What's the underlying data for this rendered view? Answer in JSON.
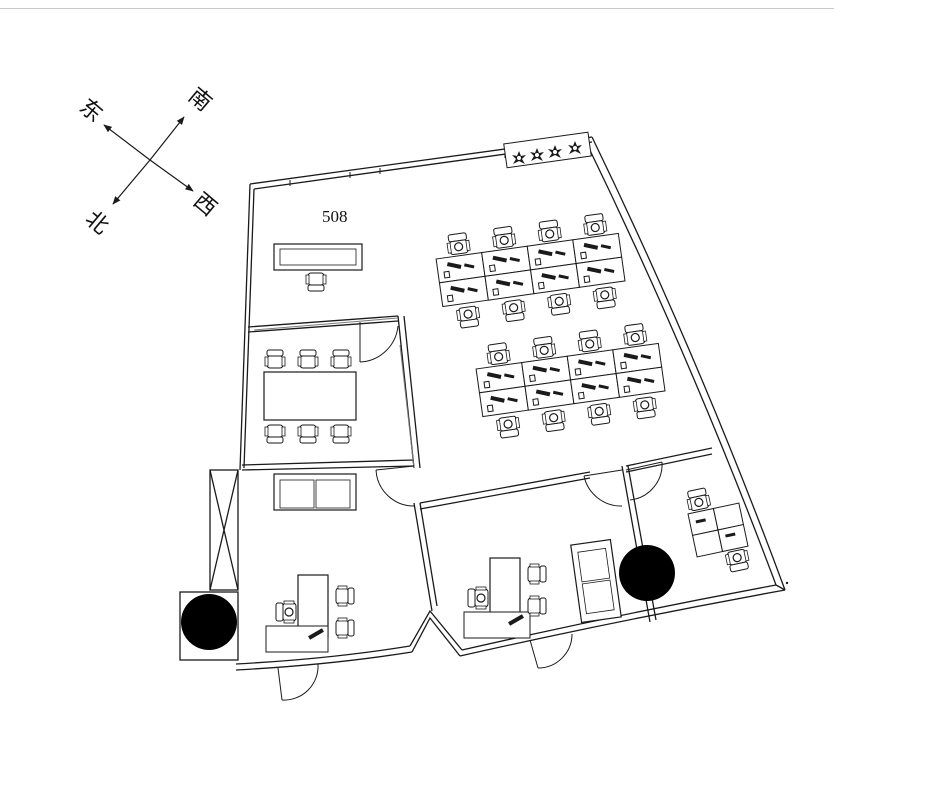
{
  "compass": {
    "south": "南",
    "west": "西",
    "east": "东",
    "north": "北"
  },
  "rooms": {
    "main_office_number": "508"
  },
  "colors": {
    "line": "#1a1a1a",
    "column_fill": "#000000",
    "glass_wall": "#7a7a7a",
    "background": "#ffffff"
  }
}
